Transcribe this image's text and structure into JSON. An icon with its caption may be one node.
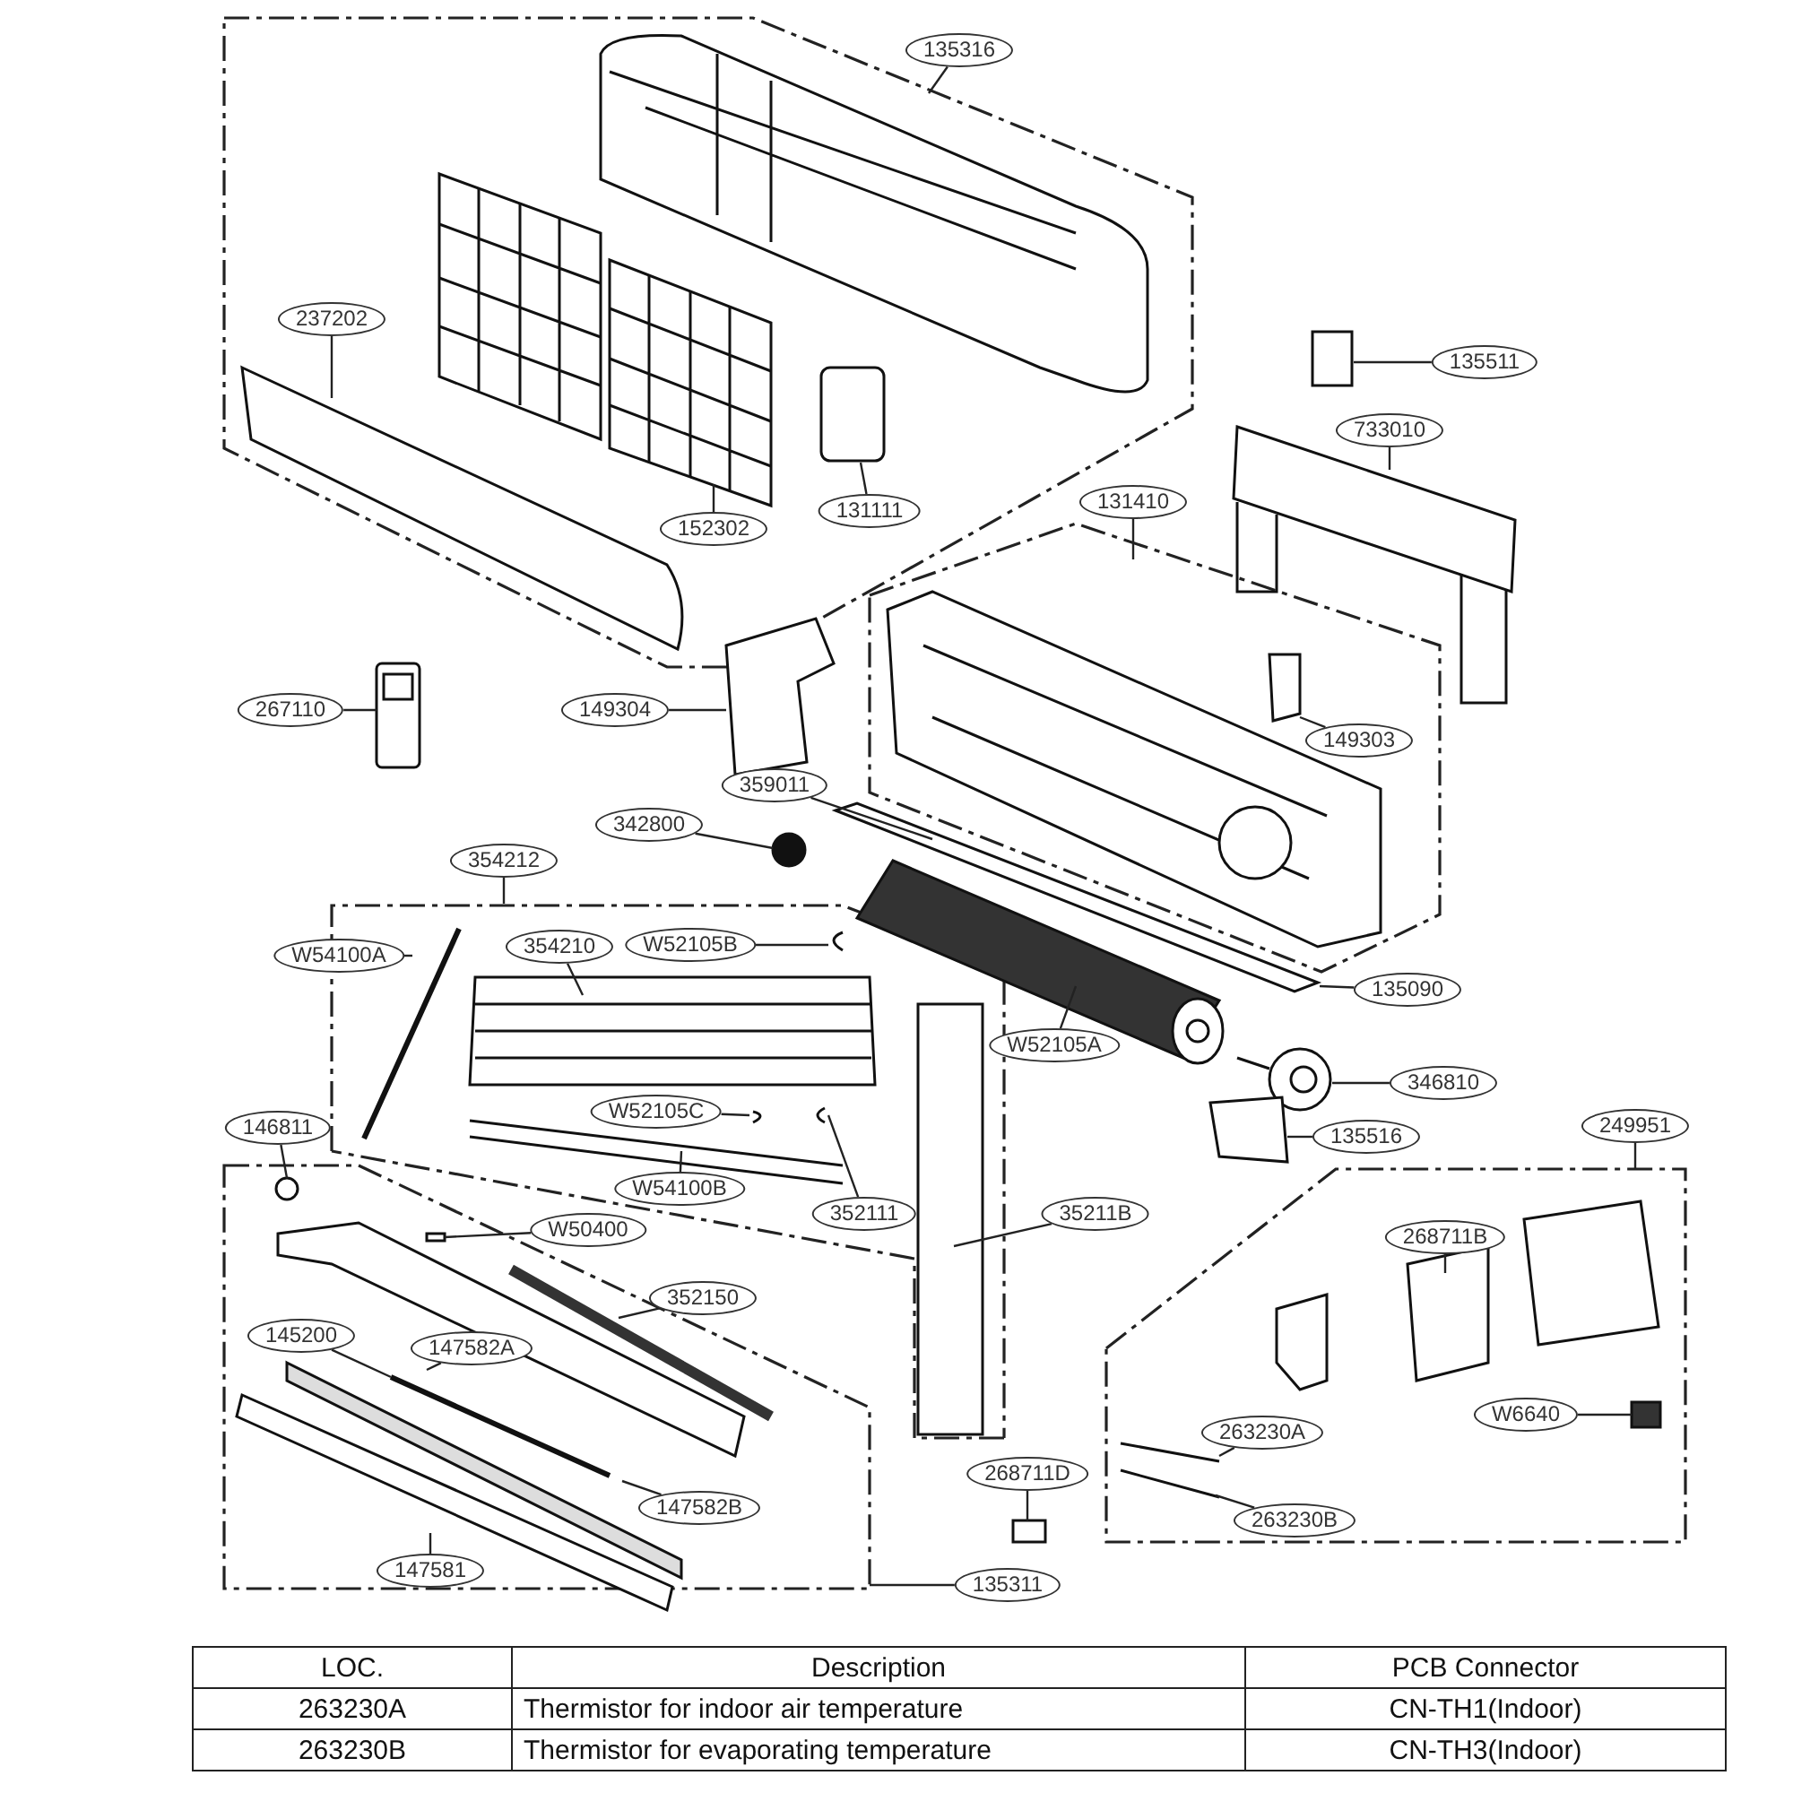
{
  "diagram": {
    "nodes": [
      {
        "text": [
          "135316"
        ]
      },
      {
        "text": [
          "237202"
        ]
      },
      {
        "text": [
          "152302"
        ]
      },
      {
        "text": [
          "131111"
        ]
      },
      {
        "text": [
          "135511"
        ]
      },
      {
        "text": [
          "733010"
        ]
      },
      {
        "text": [
          "131410"
        ]
      },
      {
        "text": [
          "267110"
        ]
      },
      {
        "text": [
          "149304"
        ]
      },
      {
        "text": [
          "149303"
        ]
      },
      {
        "text": [
          "359011"
        ]
      },
      {
        "text": [
          "342800"
        ]
      },
      {
        "text": [
          "354212"
        ]
      },
      {
        "text": [
          "W54100A"
        ]
      },
      {
        "text": [
          "354210"
        ]
      },
      {
        "text": [
          "W52105B"
        ]
      },
      {
        "text": [
          "135090"
        ]
      },
      {
        "text": [
          "W52105A"
        ]
      },
      {
        "text": [
          "346810"
        ]
      },
      {
        "text": [
          "146811"
        ]
      },
      {
        "text": [
          "W52105C"
        ]
      },
      {
        "text": [
          "135516"
        ]
      },
      {
        "text": [
          "249951"
        ]
      },
      {
        "text": [
          "W54100B"
        ]
      },
      {
        "text": [
          "352111"
        ]
      },
      {
        "text": [
          "35211B"
        ]
      },
      {
        "text": [
          "268711B"
        ]
      },
      {
        "text": [
          "W50400"
        ]
      },
      {
        "text": [
          "352150"
        ]
      },
      {
        "text": [
          "145200"
        ]
      },
      {
        "text": [
          "147582A"
        ]
      },
      {
        "text": [
          "W6640"
        ]
      },
      {
        "text": [
          "263230A"
        ]
      },
      {
        "text": [
          "147582B"
        ]
      },
      {
        "text": [
          "268711D"
        ]
      },
      {
        "text": [
          "263230B"
        ]
      },
      {
        "text": [
          "147581"
        ]
      },
      {
        "text": [
          "135311"
        ]
      }
    ],
    "edges": [
      {
        "from": 0,
        "to": null,
        "arrow": "none"
      },
      {
        "from": 1,
        "to": null,
        "arrow": "none"
      },
      {
        "from": 2,
        "to": null,
        "arrow": "none"
      },
      {
        "from": 3,
        "to": null,
        "arrow": "none"
      },
      {
        "from": 4,
        "to": null,
        "arrow": "none"
      },
      {
        "from": 5,
        "to": null,
        "arrow": "none"
      },
      {
        "from": 6,
        "to": null,
        "arrow": "none"
      },
      {
        "from": 7,
        "to": null,
        "arrow": "none"
      },
      {
        "from": 8,
        "to": null,
        "arrow": "none"
      },
      {
        "from": 9,
        "to": null,
        "arrow": "none"
      },
      {
        "from": 10,
        "to": null,
        "arrow": "none"
      },
      {
        "from": 11,
        "to": null,
        "arrow": "none"
      },
      {
        "from": 12,
        "to": null,
        "arrow": "none"
      },
      {
        "from": 13,
        "to": null,
        "arrow": "none"
      },
      {
        "from": 14,
        "to": null,
        "arrow": "none"
      },
      {
        "from": 15,
        "to": null,
        "arrow": "none"
      },
      {
        "from": 16,
        "to": null,
        "arrow": "none"
      },
      {
        "from": 17,
        "to": null,
        "arrow": "none"
      },
      {
        "from": 18,
        "to": null,
        "arrow": "none"
      },
      {
        "from": 19,
        "to": null,
        "arrow": "none"
      },
      {
        "from": 20,
        "to": null,
        "arrow": "none"
      },
      {
        "from": 21,
        "to": null,
        "arrow": "none"
      },
      {
        "from": 22,
        "to": null,
        "arrow": "none"
      },
      {
        "from": 23,
        "to": null,
        "arrow": "none"
      },
      {
        "from": 24,
        "to": null,
        "arrow": "none"
      },
      {
        "from": 25,
        "to": null,
        "arrow": "none"
      },
      {
        "from": 26,
        "to": null,
        "arrow": "none"
      },
      {
        "from": 27,
        "to": null,
        "arrow": "none"
      },
      {
        "from": 28,
        "to": null,
        "arrow": "none"
      },
      {
        "from": 29,
        "to": null,
        "arrow": "none"
      },
      {
        "from": 30,
        "to": null,
        "arrow": "none"
      },
      {
        "from": 31,
        "to": null,
        "arrow": "none"
      },
      {
        "from": 32,
        "to": null,
        "arrow": "none"
      },
      {
        "from": 33,
        "to": null,
        "arrow": "none"
      },
      {
        "from": 34,
        "to": null,
        "arrow": "none"
      },
      {
        "from": 35,
        "to": null,
        "arrow": "none"
      },
      {
        "from": 36,
        "to": null,
        "arrow": "none"
      },
      {
        "from": 37,
        "to": null,
        "arrow": "none"
      }
    ],
    "labels": [
      "LOC.",
      "Description",
      "PCB Connector",
      "263230A",
      "Thermistor for indoor air temperature",
      "CN-TH1(Indoor)",
      "263230B",
      "Thermistor for evaporating temperature",
      "CN-TH3(Indoor)"
    ]
  }
}
